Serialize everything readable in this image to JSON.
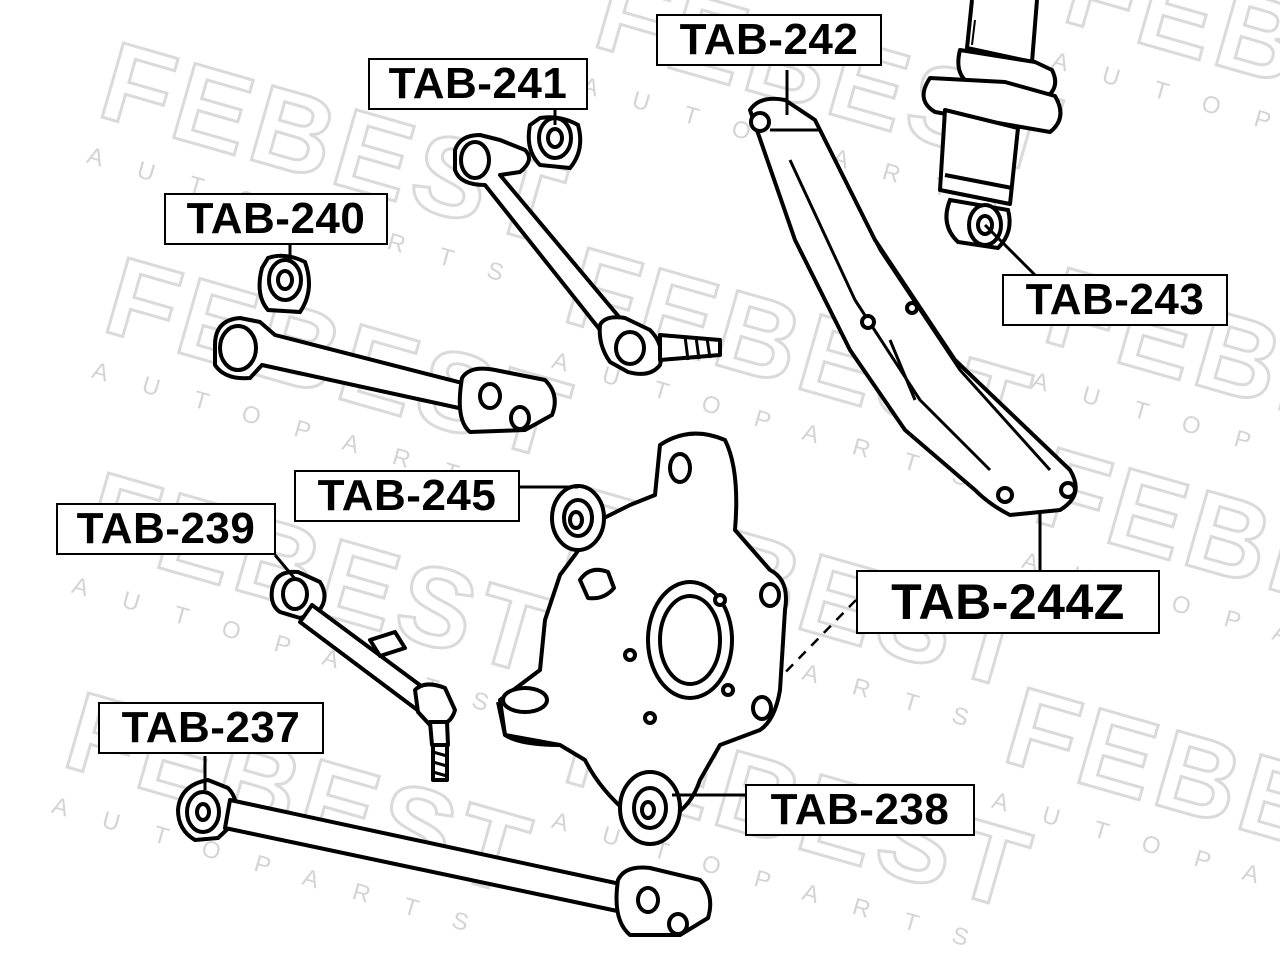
{
  "watermark": {
    "brand": "FEBEST",
    "tagline": "AUTO PARTS"
  },
  "parts": [
    {
      "id": "tab-242",
      "label": "TAB-242"
    },
    {
      "id": "tab-241",
      "label": "TAB-241"
    },
    {
      "id": "tab-240",
      "label": "TAB-240"
    },
    {
      "id": "tab-243",
      "label": "TAB-243"
    },
    {
      "id": "tab-245",
      "label": "TAB-245"
    },
    {
      "id": "tab-239",
      "label": "TAB-239"
    },
    {
      "id": "tab-244z",
      "label": "TAB-244Z"
    },
    {
      "id": "tab-237",
      "label": "TAB-237"
    },
    {
      "id": "tab-238",
      "label": "TAB-238"
    }
  ],
  "colors": {
    "ink": "#000000",
    "watermark": "#d9d9d9",
    "background": "#ffffff"
  }
}
